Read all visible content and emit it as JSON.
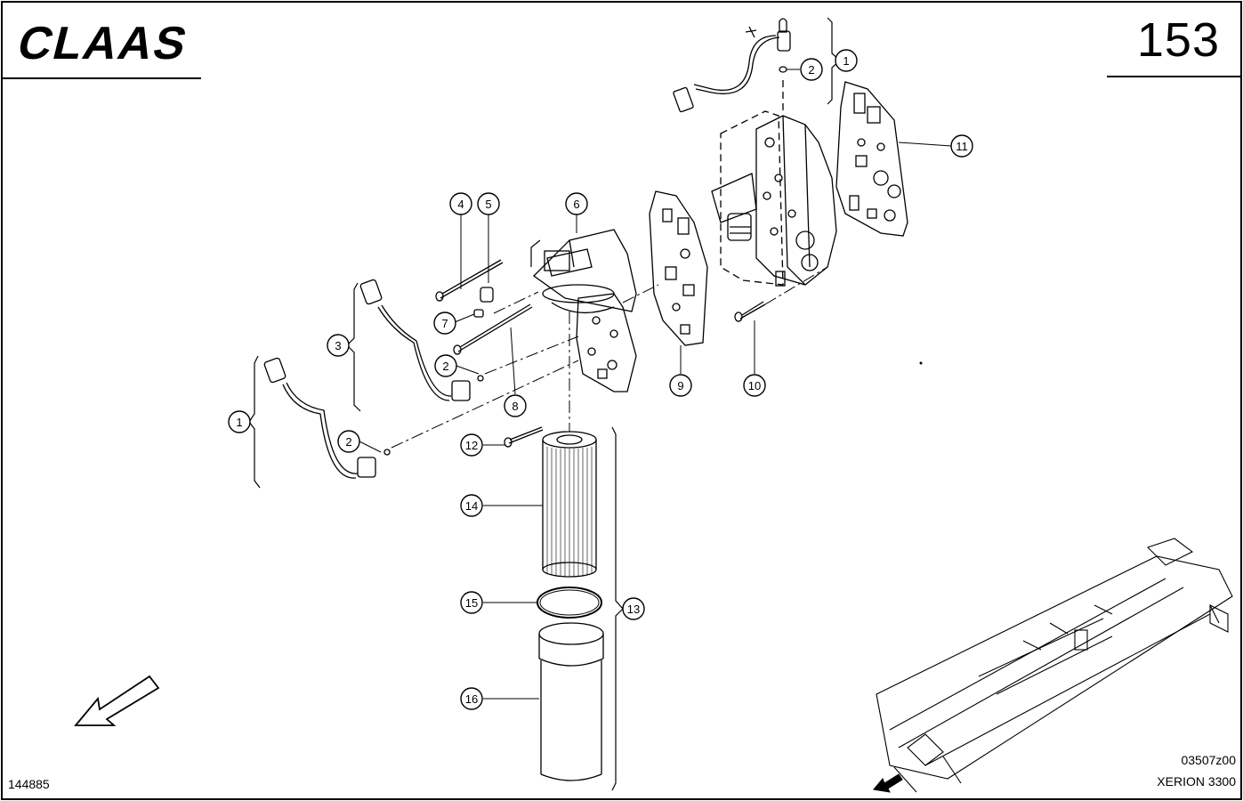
{
  "header": {
    "brand": "CLAAS",
    "page_number": "153"
  },
  "footer": {
    "drawing_id": "144885",
    "drawing_code": "03507z00",
    "model": "XERION 3300"
  },
  "callouts": [
    "1",
    "2",
    "3",
    "4",
    "5",
    "6",
    "7",
    "8",
    "9",
    "10",
    "11",
    "12",
    "13",
    "14",
    "15",
    "16"
  ]
}
